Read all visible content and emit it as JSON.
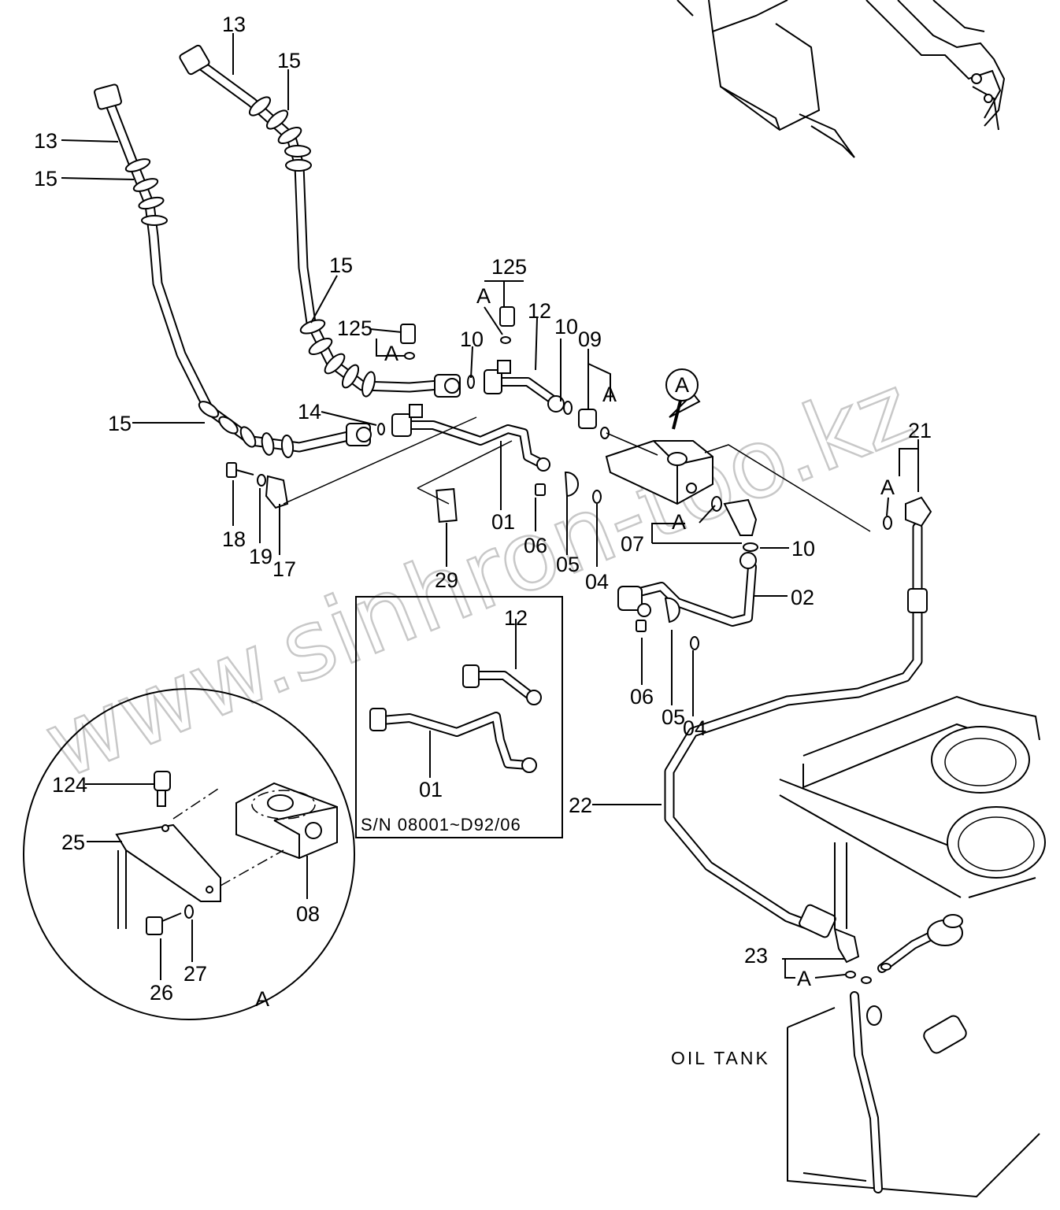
{
  "watermark": "www.sinhron-too.kz",
  "labels": {
    "l13a": "13",
    "l15a": "15",
    "l13b": "13",
    "l15b": "15",
    "l15c": "15",
    "l15d": "15",
    "l125a": "125",
    "l125b": "125",
    "lA1": "A",
    "lA2": "A",
    "lA3": "A",
    "lA4": "A",
    "lA5": "A",
    "lA6": "A",
    "l10a": "10",
    "l10b": "10",
    "l10c": "10",
    "l12a": "12",
    "l12b": "12",
    "l09": "09",
    "l14": "14",
    "l18": "18",
    "l19": "19",
    "l17": "17",
    "l29": "29",
    "l01a": "01",
    "l01b": "01",
    "l06a": "06",
    "l06b": "06",
    "l05a": "05",
    "l05b": "05",
    "l04a": "04",
    "l04b": "04",
    "l07": "07",
    "l02": "02",
    "l21": "21",
    "l22": "22",
    "l23": "23",
    "l124": "124",
    "l25": "25",
    "l08": "08",
    "l26": "26",
    "l27": "27",
    "lAdetail": "A",
    "callout_A": "A"
  },
  "serial_note": "S/N  08001~D92/06",
  "oil_tank": "OIL  TANK"
}
